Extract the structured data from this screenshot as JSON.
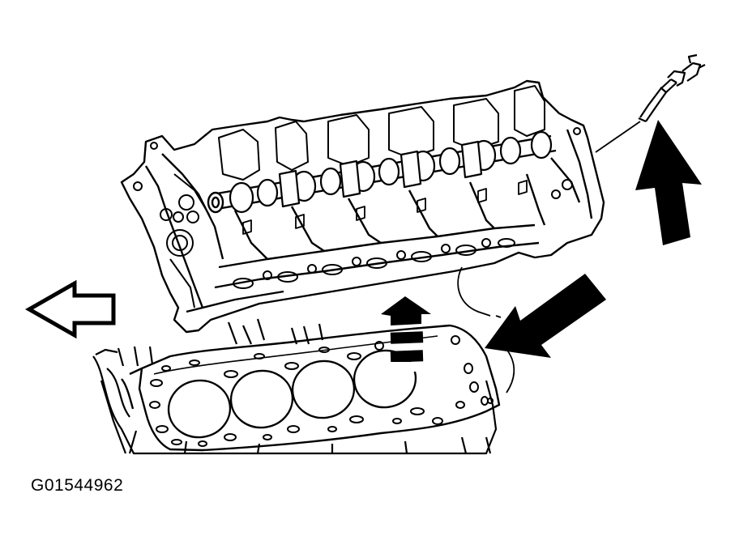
{
  "figure": {
    "id_label": "G01544962"
  },
  "colors": {
    "ink": "#000000",
    "paper": "#ffffff"
  },
  "parts": {
    "cylinder_head": "cylinder-head",
    "head_gasket": "head-gasket",
    "engine_block": "engine-block",
    "camshafts": "camshaft",
    "cylinder_bores": 4,
    "tool": "socket-wrench"
  },
  "arrows": [
    {
      "name": "front-direction-arrow",
      "style": "outline",
      "direction": "left"
    },
    {
      "name": "up-lift-arrow",
      "style": "solid",
      "direction": "up"
    },
    {
      "name": "gasket-up-marking-arrow",
      "style": "solid-striped",
      "direction": "up"
    },
    {
      "name": "gasket-pointer-arrow",
      "style": "solid",
      "direction": "down-left"
    }
  ]
}
